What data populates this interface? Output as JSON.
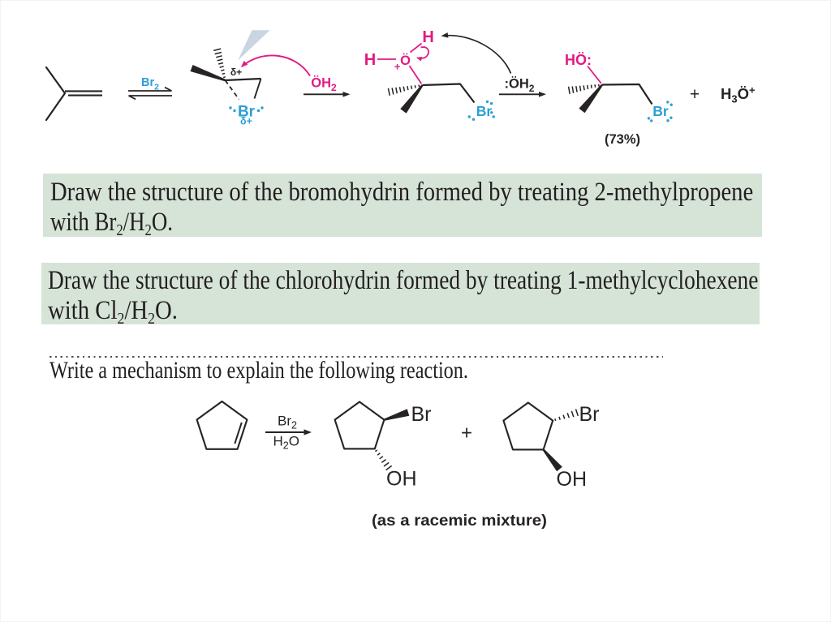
{
  "colors": {
    "accent_pink": "#e21a84",
    "accent_blue": "#2d9fd4",
    "problem_box_green": "#d6e3d7",
    "attack_cone_gray": "#c9d6e2",
    "ink": "#272324"
  },
  "mechanism": {
    "equilibrium_reagent": {
      "base": "Br",
      "sub": "2"
    },
    "carbon_delta_plus": "δ+",
    "bromonium": {
      "label": "Br",
      "delta_plus": "δ+"
    },
    "attacking_water": {
      "base": "ÖH",
      "sub": "2"
    },
    "intermediate": {
      "h_left": "H",
      "h_top": "H",
      "oxygen": "Ö",
      "charge": "+",
      "bromine": "Br"
    },
    "base_water": {
      "base": ":ÖH",
      "sub": "2"
    },
    "product": {
      "hydroxyl": "HÖ:",
      "bromine": "Br",
      "yield": "(73%)"
    },
    "plus_sign": "+",
    "hydronium": {
      "h": "H",
      "sub": "3",
      "o": "Ö",
      "sup": "+"
    }
  },
  "problems": [
    {
      "line1": "Draw the structure of the bromohydrin formed by treating 2-methylpropene",
      "line2": [
        {
          "t": "with "
        },
        {
          "t": "Br"
        },
        {
          "sub": "2"
        },
        {
          "t": "/H"
        },
        {
          "sub": "2"
        },
        {
          "t": "O."
        }
      ]
    },
    {
      "line1": "Draw the structure of the chlorohydrin formed by treating 1-methylcyclohexene",
      "line2": [
        {
          "t": "with "
        },
        {
          "t": "Cl"
        },
        {
          "sub": "2"
        },
        {
          "t": "/H"
        },
        {
          "sub": "2"
        },
        {
          "t": "O."
        }
      ]
    }
  ],
  "exercise": {
    "prompt": "Write a mechanism to explain the following reaction.",
    "reagent_top": {
      "base": "Br",
      "sub": "2"
    },
    "reagent_bottom": {
      "h": "H",
      "sub": "2",
      "o": "O"
    },
    "product1": {
      "halogen": "Br",
      "hydroxyl": "OH"
    },
    "plus_sign": "+",
    "product2": {
      "halogen": "Br",
      "hydroxyl": "OH"
    },
    "caption": "(as a racemic mixture)"
  }
}
